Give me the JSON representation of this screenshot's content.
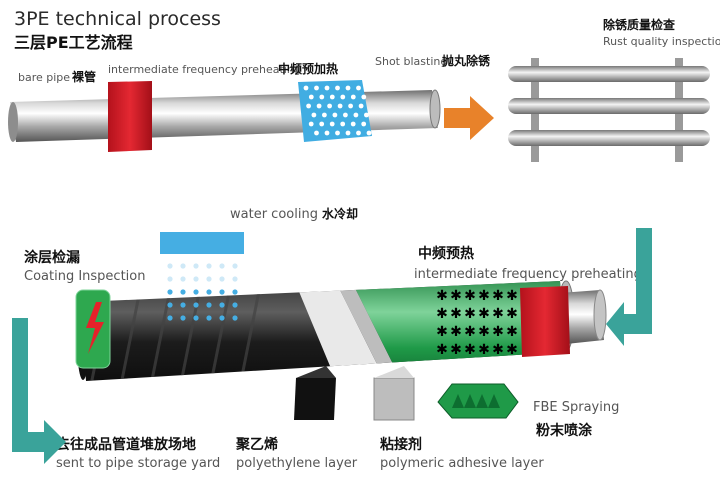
{
  "title": "3PE technical process",
  "title_cn": "三层PE工艺流程",
  "top_row": {
    "bare_pipe": {
      "en": "bare pipe",
      "cn": "裸管"
    },
    "if_preheat": {
      "en": "intermediate frequency preheating",
      "cn": "中频预加热"
    },
    "shot_blasting": {
      "en": "Shot blasting",
      "cn": "抛丸除锈"
    },
    "rust_inspection": {
      "cn": "除锈质量检查",
      "en": "Rust quality inspection"
    }
  },
  "bottom_row": {
    "water_cooling": {
      "en": "water cooling",
      "cn": "水冷却"
    },
    "coating_inspection": {
      "cn": "涂层检漏",
      "en": "Coating Inspection"
    },
    "if_preheat": {
      "cn": "中频预热",
      "en": "intermediate frequency preheating"
    },
    "fbe_spraying": {
      "en": "FBE Spraying",
      "cn": "粉末喷涂"
    },
    "storage": {
      "cn": "去往成品管道堆放场地",
      "en": "sent to pipe storage yard"
    },
    "polyethylene": {
      "cn": "聚乙烯",
      "en": "polyethylene layer"
    },
    "adhesive": {
      "cn": "粘接剂",
      "en": "polymeric adhesive layer"
    }
  },
  "colors": {
    "induction_red": "#d81f2a",
    "blast_blue": "#3fa9e0",
    "arrow_orange": "#e8822a",
    "flow_teal": "#3aa39a",
    "fbe_green": "#1e9e4a",
    "coating_black": "#1a1a1a"
  }
}
